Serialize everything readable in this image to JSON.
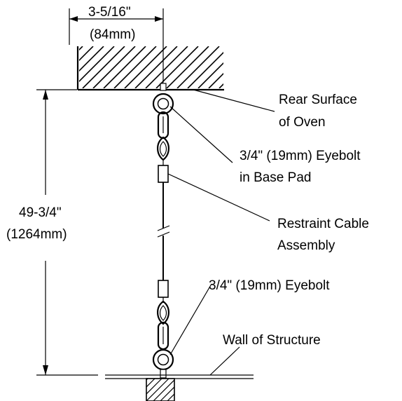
{
  "diagram": {
    "width_dim": {
      "line1": "3-5/16\"",
      "line2": "(84mm)"
    },
    "height_dim": {
      "line1": "49-3/4\"",
      "line2": "(1264mm)"
    },
    "labels": {
      "rear_surface": {
        "line1": "Rear Surface",
        "line2": "of Oven"
      },
      "eyebolt_base_pad": {
        "line1": "3/4\" (19mm) Eyebolt",
        "line2": "in Base Pad"
      },
      "restraint_cable": {
        "line1": "Restraint Cable",
        "line2": "Assembly"
      },
      "eyebolt_wall": {
        "line1": "3/4\" (19mm) Eyebolt"
      },
      "wall_of_structure": {
        "line1": "Wall of Structure"
      }
    }
  }
}
